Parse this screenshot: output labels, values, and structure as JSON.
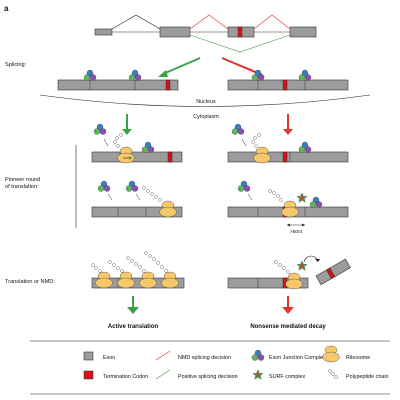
{
  "panel_label": "a",
  "stages": {
    "splicing": "Splicing:",
    "pioneer_line1": "Pioneer round",
    "pioneer_line2": "of translation:",
    "translation_or_nmd": "Translation or NMD:"
  },
  "compartments": {
    "nucleus": "Nucleus",
    "cytoplasm": "Cytoplasm"
  },
  "annotations": {
    "distance": ">50nt"
  },
  "outcomes": {
    "active": "Active translation",
    "nmd": "Nonsense mediated decay"
  },
  "legend": {
    "exon": "Exon",
    "termination_codon": "Termination Codon",
    "nmd_decision": "NMD splicing decision",
    "positive_decision": "Positive splicing decision",
    "ejc": "Exon Junction Complex",
    "surf": "SURF complex",
    "ribosome": "Ribosome",
    "polypeptide": "Polypeptide chain"
  },
  "colors": {
    "exon": "#9c9c9c",
    "termination": "#d3121b",
    "nmd_path": "#e8322c",
    "positive_path": "#3aa34a",
    "ribosome": "#f5c86a",
    "ejc_blue": "#3a7fc4",
    "ejc_green": "#5cb85c",
    "ejc_purple": "#8a4fb0"
  }
}
